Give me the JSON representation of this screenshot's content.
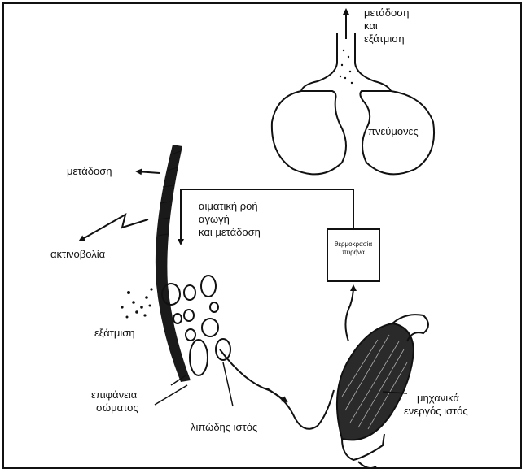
{
  "labels": {
    "top_line1": "μετάδοση",
    "top_line2": "και",
    "top_line3": "εξάτμιση",
    "lungs": "πνεύμονες",
    "left_transfer": "μετάδοση",
    "bloodflow_line1": "αιματική ροή",
    "bloodflow_line2": "αγωγή",
    "bloodflow_line3": "και μετάδοση",
    "radiation": "ακτινοβολία",
    "core_temp_line1": "θερμοκρασία",
    "core_temp_line2": "πυρήνα",
    "evaporation": "εξάτμιση",
    "body_surface_line1": "επιφάνεια",
    "body_surface_line2": "σώματος",
    "fat_tissue": "λιπώδης ιστός",
    "muscle_line1": "μηχανικά",
    "muscle_line2": "ενεργός ιστός"
  },
  "colors": {
    "ink": "#111111",
    "background": "#ffffff"
  }
}
